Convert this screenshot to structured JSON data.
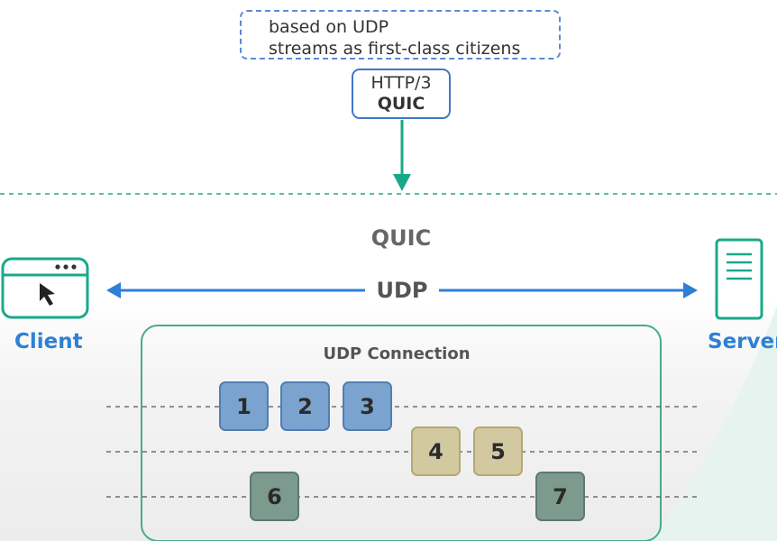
{
  "note": {
    "line1": "based on UDP",
    "line2": "streams as first-class citizens"
  },
  "protocol_box": {
    "line1": "HTTP/3",
    "line2": "QUIC"
  },
  "layer_title": "QUIC",
  "link_label": "UDP",
  "client_label": "Client",
  "server_label": "Server",
  "connection_title": "UDP Connection",
  "packets": [
    {
      "label": "1",
      "stream": 1,
      "color": "blue"
    },
    {
      "label": "2",
      "stream": 1,
      "color": "blue"
    },
    {
      "label": "3",
      "stream": 1,
      "color": "blue"
    },
    {
      "label": "4",
      "stream": 2,
      "color": "tan"
    },
    {
      "label": "5",
      "stream": 2,
      "color": "tan"
    },
    {
      "label": "6",
      "stream": 3,
      "color": "green"
    },
    {
      "label": "7",
      "stream": 3,
      "color": "green"
    }
  ],
  "colors": {
    "teal": "#1aa88a",
    "blue_arrow": "#2e7fd6",
    "stream_blue": "#7ba3cf",
    "stream_tan": "#d2c9a1",
    "stream_green": "#7d9a8f"
  }
}
